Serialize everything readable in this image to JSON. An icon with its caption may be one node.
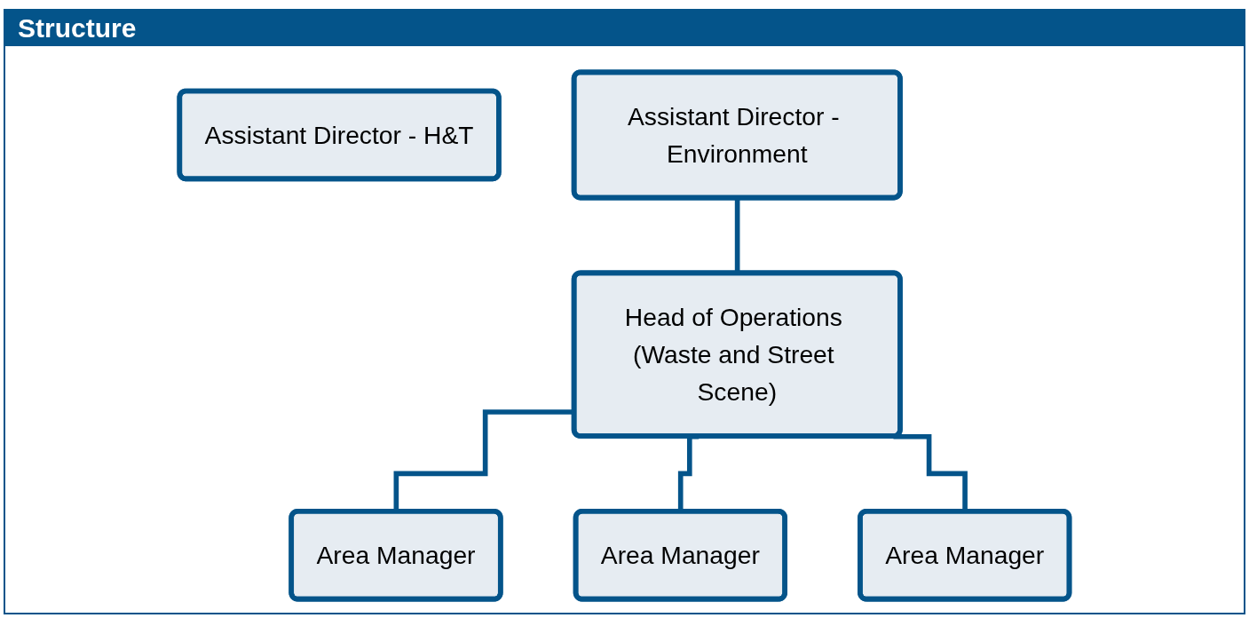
{
  "diagram": {
    "title": "Structure",
    "nodes": [
      {
        "text": [
          "Assistant Director - H&T"
        ]
      },
      {
        "text": [
          "Assistant Director - Environment"
        ]
      },
      {
        "text": [
          "Head of Operations (Waste and Street Scene)"
        ]
      },
      {
        "text": [
          "Area Manager"
        ]
      },
      {
        "text": [
          "Area Manager"
        ]
      },
      {
        "text": [
          "Area Manager"
        ]
      }
    ],
    "edges": [
      {
        "from": 1,
        "to": 2,
        "arrow": "none"
      },
      {
        "from": 2,
        "to": 3,
        "arrow": "none"
      },
      {
        "from": 2,
        "to": 4,
        "arrow": "none"
      },
      {
        "from": 2,
        "to": 5,
        "arrow": "none"
      }
    ]
  }
}
